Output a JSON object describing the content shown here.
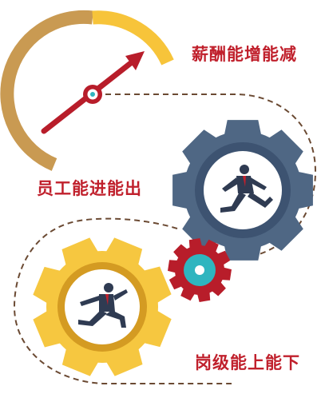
{
  "labels": {
    "salary": "薪酬能增能减",
    "staff": "员工能进能出",
    "position": "岗级能上能下"
  },
  "colors": {
    "label_red": "#c0202c",
    "gauge_tan": "#c99a52",
    "gauge_yellow": "#f7c43a",
    "needle_red": "#b81d2a",
    "gear_slate": "#4f6784",
    "gear_slate_dark": "#3d5371",
    "gear_red": "#b81d2a",
    "gear_teal": "#2fb5bf",
    "gear_yellow": "#f6c740",
    "gear_yellow_ring": "#d49b22",
    "dashed_path": "#6b4a33"
  },
  "icons": {
    "gauge": "gauge-icon",
    "needle": "needle-arrow-icon",
    "gear_large": "gear-icon",
    "gear_small": "gear-icon",
    "gear_yellow": "gear-icon",
    "runner": "running-businessman-icon"
  }
}
